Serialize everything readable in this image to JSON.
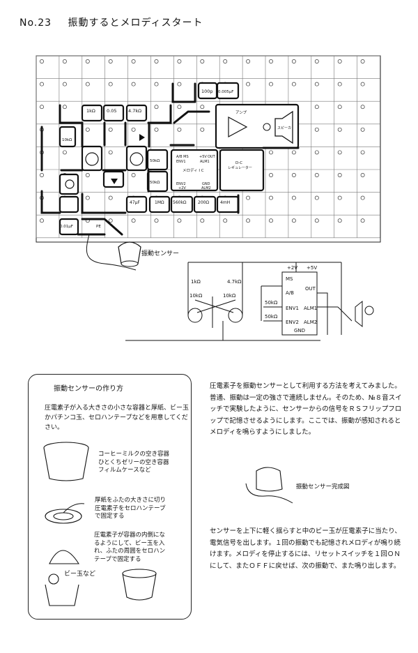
{
  "header": {
    "number": "No.23",
    "title": "振動するとメロディスタート"
  },
  "board": {
    "labels": {
      "c100p": "100p",
      "c0005u": "0.005μF",
      "r1k": "1kΩ",
      "c005": "0.05",
      "r47k": "4.7kΩ",
      "amp": "アンプ",
      "speaker": "スピーカ",
      "r10k": "10kΩ",
      "ic_pins_top": "A/B MS",
      "env1": "ENV1",
      "plus5v": "+5V",
      "out": "OUT",
      "alm1": "ALM1",
      "melody_ic": "メロディ I C",
      "dc_reg": "D-C",
      "regulator": "レギュレーター",
      "env2": "ENV2",
      "plus2v": "+2V",
      "gnd": "GND",
      "alm2": "ALM2",
      "r50k1": "50kΩ",
      "r50k2": "50kΩ",
      "c47u": "47μF",
      "r1m": "1MΩ",
      "r560k": "560kΩ",
      "r200": "200Ω",
      "l4m": "4mH",
      "c001": "0.01μF",
      "piezo": "PE"
    }
  },
  "sensor_label": "振動センサー",
  "schematic": {
    "r1k": "1kΩ",
    "r47k": "4.7kΩ",
    "r10k_a": "10kΩ",
    "r10k_b": "10kΩ",
    "r50k_a": "50kΩ",
    "r50k_b": "50kΩ",
    "plus2v": "+2V",
    "plus5v": "+5V",
    "ms": "MS",
    "ab": "A/B",
    "out": "OUT",
    "env1": "ENV1",
    "env2": "ENV2",
    "alm1": "ALM1",
    "alm2": "ALM2",
    "gnd": "GND"
  },
  "howto": {
    "title": "振動センサーの作り方",
    "intro": "圧電素子が入る大きさの小さな容器と厚紙、ビー玉かパチンコ玉、セロハンテープなどを用意してください。",
    "step1": [
      "コーヒーミルクの空き容器",
      "ひとくちゼリーの空き容器",
      "フィルムケースなど"
    ],
    "step2": [
      "厚紙をふたの大きさに切り",
      "圧電素子をセロハンテープ",
      "で固定する"
    ],
    "step3": [
      "圧電素子が容器の内側にな",
      "るようにして、ビー玉を入",
      "れ、ふたの周囲をセロハン",
      "テープで固定する"
    ],
    "marble": "ビー玉など"
  },
  "text": {
    "para1": "圧電素子を振動センサーとして利用する方法を考えてみました。普通、振動は一定の強さで連続しません。そのため、№８音スイッチで実験したように、センサーからの信号をＲＳフリップフロップで記憶させるようにします。ここでは、振動が感知されるとメロディを鳴らすようにしました。",
    "complete": "振動センサー完成図",
    "para2": "センサーを上下に軽く揺らすと中のビー玉が圧電素子に当たり、電気信号を出します。１回の振動でも記憶されメロディが鳴り続けます。メロディを停止するには、リセットスイッチを１回ＯＮにして、またＯＦＦに戻せば、次の振動で、また鳴り出します。"
  }
}
